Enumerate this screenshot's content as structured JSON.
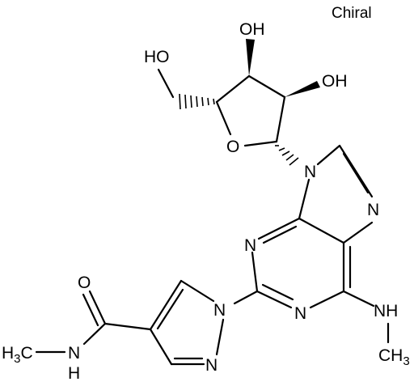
{
  "chirality_note": "Chiral",
  "atoms": {
    "oh_top": "OH",
    "ho_left": "HO",
    "oh_right": "OH",
    "o_ring": "O",
    "n9": "N",
    "n7": "N",
    "n3": "N",
    "n1": "N",
    "nh_methyl": "NH",
    "ch3_right": "CH3",
    "n_pyrazole1": "N",
    "n_pyrazole2": "N",
    "o_amide": "O",
    "h3c_left": "H3C",
    "n_amide": "N",
    "h_amide": "H"
  },
  "colors": {
    "ink": "#000000",
    "background": "#ffffff"
  }
}
